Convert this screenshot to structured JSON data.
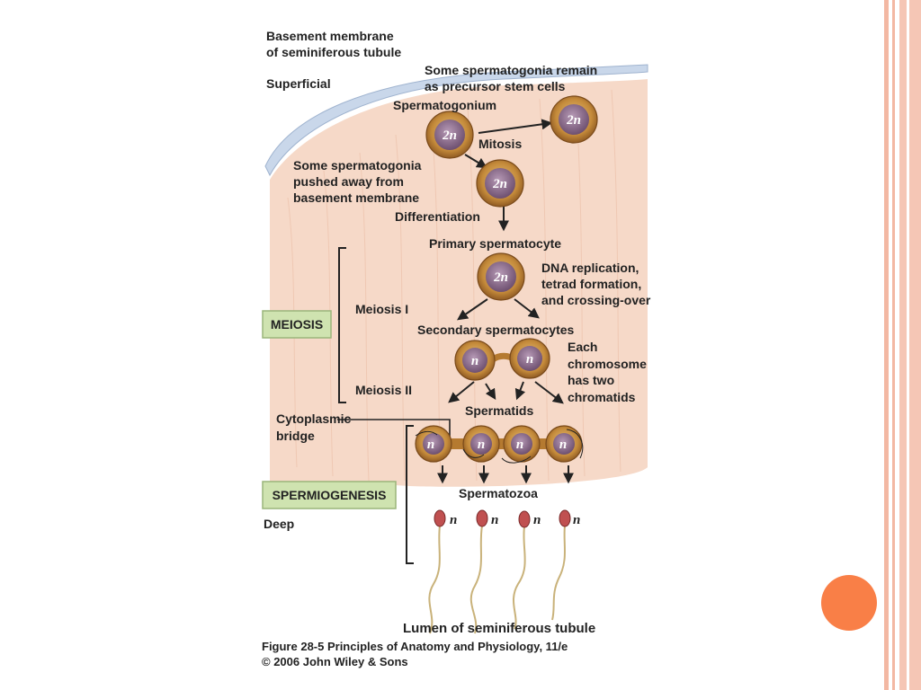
{
  "labels": {
    "basement_line1": "Basement membrane",
    "basement_line2": "of seminiferous tubule",
    "superficial": "Superficial",
    "remain_line1": "Some spermatogonia remain",
    "remain_line2": "as precursor stem cells",
    "spermatogonium": "Spermatogonium",
    "mitosis": "Mitosis",
    "pushed_line1": "Some spermatogonia",
    "pushed_line2": "pushed away from",
    "pushed_line3": "basement membrane",
    "differentiation": "Differentiation",
    "primary": "Primary spermatocyte",
    "dna_line1": "DNA replication,",
    "dna_line2": "tetrad formation,",
    "dna_line3": "and crossing-over",
    "meiosis_i": "Meiosis I",
    "secondary": "Secondary spermatocytes",
    "each_line1": "Each",
    "each_line2": "chromosome",
    "each_line3": "has two",
    "each_line4": "chromatids",
    "meiosis_ii": "Meiosis II",
    "spermatids": "Spermatids",
    "bridge_line1": "Cytoplasmic",
    "bridge_line2": "bridge",
    "spermatozoa": "Spermatozoa",
    "deep": "Deep",
    "lumen": "Lumen of seminiferous tubule"
  },
  "boxes": {
    "meiosis": "MEIOSIS",
    "spermiogenesis": "SPERMIOGENESIS"
  },
  "ploidy": {
    "diploid": "2n",
    "haploid": "n"
  },
  "caption": {
    "line1": "Figure 28-5  Principles of Anatomy and Physiology, 11/e",
    "line2": "© 2006 John Wiley & Sons"
  },
  "colors": {
    "tissue": "#f6d9c8",
    "membrane": "#c9d7ea",
    "cell_outer": "#c48a3a",
    "nucleus": "#8f6f8f",
    "label_box": "#cfe3b0",
    "frame_stripe": "#f3b8a3",
    "accent_circle": "#f97f47"
  }
}
